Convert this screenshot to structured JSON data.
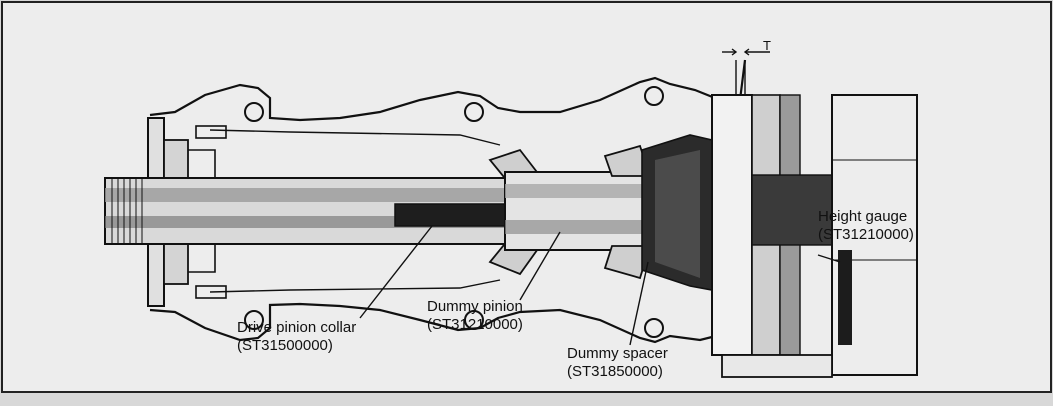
{
  "figure": {
    "labels": {
      "height_gauge": {
        "name": "Height gauge",
        "part_no": "(ST31210000)"
      },
      "drive_pinion_collar": {
        "name": "Drive pinion collar",
        "part_no": "(ST31500000)"
      },
      "dummy_pinion": {
        "name": "Dummy pinion",
        "part_no": "(ST31210000)"
      },
      "dummy_spacer": {
        "name": "Dummy spacer",
        "part_no": "(ST31850000)"
      },
      "dimension_t": "T"
    }
  },
  "colors": {
    "paper": "#e6e6e6",
    "ink": "#111111",
    "shade": "#8a8a8a",
    "dark": "#2a2a2a"
  }
}
